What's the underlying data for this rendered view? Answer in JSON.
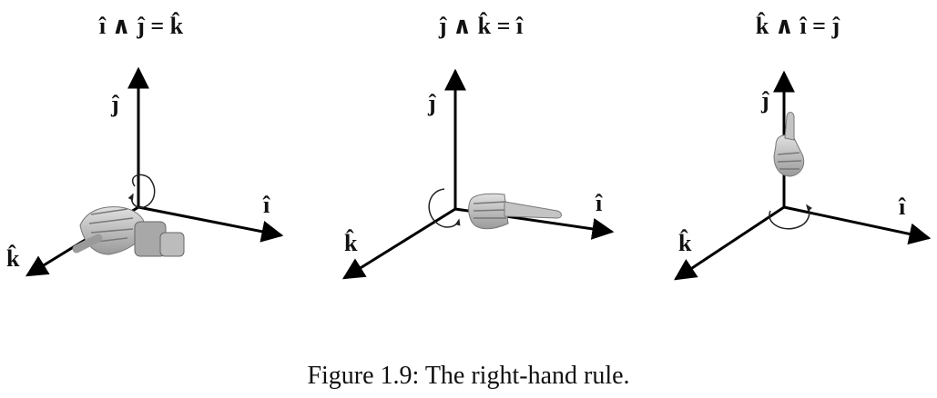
{
  "panels": [
    {
      "equation": "î ∧ ĵ = k̂",
      "x_label": "î",
      "y_label": "ĵ",
      "z_label": "k̂"
    },
    {
      "equation": "ĵ ∧ k̂ = î",
      "x_label": "î",
      "y_label": "ĵ",
      "z_label": "k̂"
    },
    {
      "equation": "k̂ ∧ î = ĵ",
      "x_label": "î",
      "y_label": "ĵ",
      "z_label": "k̂"
    }
  ],
  "caption": "Figure 1.9: The right-hand rule.",
  "colors": {
    "axis": "#000000",
    "hand": "#bdbdbd",
    "hand_shade": "#8c8c8c",
    "background": "#ffffff"
  }
}
